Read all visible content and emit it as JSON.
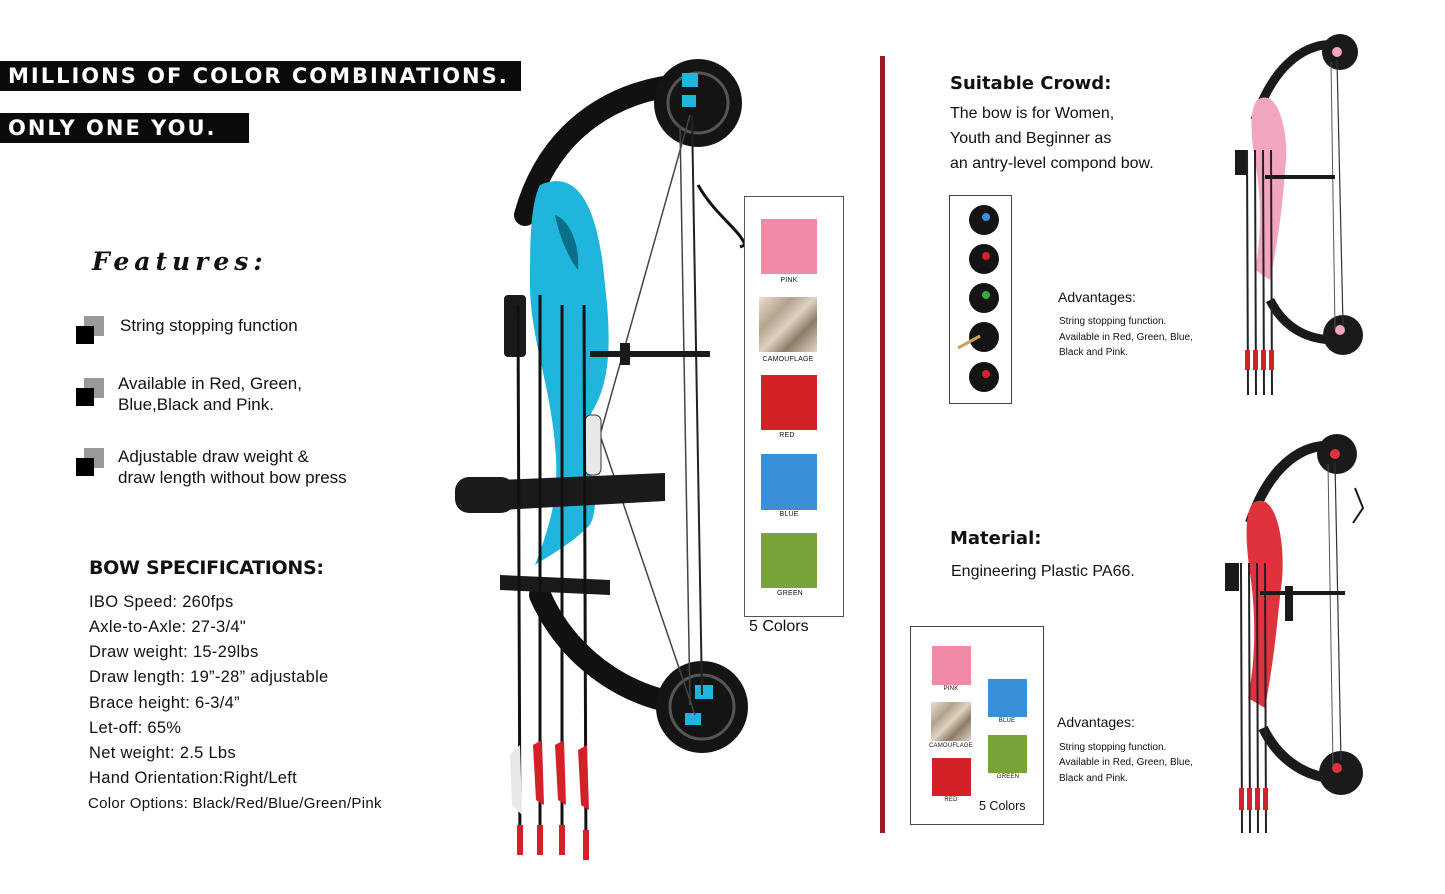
{
  "banner": {
    "line1": "MILLIONS OF COLOR COMBINATIONS.",
    "line2": "ONLY ONE YOU."
  },
  "features": {
    "title": "Features:",
    "items": [
      {
        "lines": [
          "String stopping function"
        ]
      },
      {
        "lines": [
          "Available in Red, Green,",
          "Blue,Black and Pink."
        ]
      },
      {
        "lines": [
          "Adjustable draw weight &",
          "draw length without bow press"
        ]
      }
    ]
  },
  "specs": {
    "title": "BOW SPECIFICATIONS:",
    "lines": [
      "IBO Speed: 260fps",
      "Axle-to-Axle: 27-3/4\"",
      "Draw weight: 15-29lbs",
      "Draw length: 19”-28” adjustable",
      "Brace height: 6-3/4”",
      "Let-off: 65%",
      "Net weight: 2.5 Lbs",
      "Hand Orientation:Right/Left",
      "Color Options: Black/Red/Blue/Green/Pink"
    ]
  },
  "color_panel": {
    "caption": "5 Colors",
    "swatches": [
      {
        "label": "PINK",
        "color": "#f08aa6"
      },
      {
        "label": "CAMOUFLAGE",
        "color": "#c9b9a3"
      },
      {
        "label": "RED",
        "color": "#d42127"
      },
      {
        "label": "BLUE",
        "color": "#3a8fd9"
      },
      {
        "label": "GREEN",
        "color": "#77a33a"
      }
    ]
  },
  "suitable": {
    "title": "Suitable Crowd:",
    "lines": [
      "The bow is for Women,",
      "Youth and Beginner as",
      "an antry-level compond bow."
    ]
  },
  "advantages_top": {
    "title": "Advantages:",
    "lines": [
      "String stopping function.",
      "Available in Red, Green, Blue,",
      "Black and Pink."
    ]
  },
  "material": {
    "title": "Material:",
    "text": "Engineering Plastic PA66."
  },
  "small_panel": {
    "caption": "5 Colors",
    "swatches": [
      {
        "label": "PINK",
        "color": "#f08aa6"
      },
      {
        "label": "CAMOUFLAGE",
        "color": "#c9b9a3"
      },
      {
        "label": "RED",
        "color": "#d42127"
      },
      {
        "label": "BLUE",
        "color": "#3a8fd9"
      },
      {
        "label": "GREEN",
        "color": "#77a33a"
      }
    ]
  },
  "advantages_bottom": {
    "title": "Advantages:",
    "lines": [
      "String stopping function.",
      "Available in Red, Green, Blue,",
      "Black and Pink."
    ]
  },
  "colors": {
    "divider": "#9b1b22",
    "bow_blue": "#1fb5dc",
    "bow_pink": "#f2a6bd",
    "bow_red": "#e0323c"
  }
}
